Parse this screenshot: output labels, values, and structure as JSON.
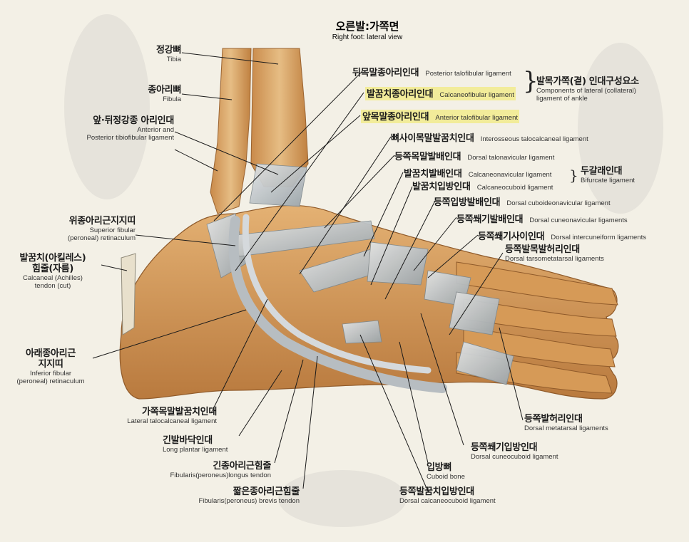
{
  "title": {
    "ko": "오른발:가쪽면",
    "en": "Right foot: lateral view"
  },
  "labels": {
    "tibia": {
      "ko": "정강뼈",
      "en": "Tibia"
    },
    "fibula": {
      "ko": "종아리뼈",
      "en": "Fibula"
    },
    "tibiofibular": {
      "ko": "앞·뒤정강종 아리인대",
      "en1": "Anterior and",
      "en2": "Posterior tibiofibular ligament"
    },
    "sup_retinaculum": {
      "ko": "위종아리근지지띠",
      "en1": "Superior fibular",
      "en2": "(peroneal) retinaculum"
    },
    "achilles": {
      "ko1": "발꿈치(아킬레스)",
      "ko2": "힘줄(자름)",
      "en1": "Calcaneal (Achilles)",
      "en2": "tendon (cut)"
    },
    "inf_retinaculum": {
      "ko1": "아래종아리근",
      "ko2": "지지띠",
      "en1": "Inferior fibular",
      "en2": "(peroneal) retinaculum"
    },
    "post_talofibular": {
      "ko": "뒤목말종아리인대",
      "en": "Posterior talofibular ligament"
    },
    "calcaneofibular": {
      "ko": "발꿈치종아리인대",
      "en": "Calcaneofibular ligament"
    },
    "ant_talofibular": {
      "ko": "앞목말종아리인대",
      "en": "Anterior talofibular ligament"
    },
    "lateral_components": {
      "ko": "발목가쪽(곁) 인대구성요소",
      "en1": "Components of lateral (collateral)",
      "en2": "ligament of ankle"
    },
    "interosseous": {
      "ko": "뼈사이목말발꿈치인대",
      "en": "Interosseous talocalcaneal ligament"
    },
    "dorsal_talonavicular": {
      "ko": "등쪽목말발배인대",
      "en": "Dorsal talonavicular ligament"
    },
    "calcaneonavicular": {
      "ko": "발꿈치발배인대",
      "en": "Calcaneonavicular ligament"
    },
    "calcaneocuboid": {
      "ko": "발꿈치입방인대",
      "en": "Calcaneocuboid ligament"
    },
    "bifurcate": {
      "ko": "두갈래인대",
      "en": "Bifurcate ligament"
    },
    "cuboideonavicular": {
      "ko": "등쪽입방발배인대",
      "en": "Dorsal cuboideonavicular ligament"
    },
    "cuneonavicular": {
      "ko": "등쪽쐐기발배인대",
      "en": "Dorsal cuneonavicular ligaments"
    },
    "intercuneiform": {
      "ko": "등쪽쐐기사이인대",
      "en": "Dorsal intercuneiform ligaments"
    },
    "tarsometatarsal": {
      "ko": "등쪽발목발허리인대",
      "en": "Dorsal tarsometatarsal ligaments"
    },
    "metatarsal": {
      "ko": "등쪽발허리인대",
      "en": "Dorsal metatarsal ligaments"
    },
    "cuneocuboid": {
      "ko": "등쪽쐐기입방인대",
      "en": "Dorsal cuneocuboid ligament"
    },
    "cuboid": {
      "ko": "입방뼈",
      "en": "Cuboid bone"
    },
    "dorsal_calcaneocuboid": {
      "ko": "등쪽발꿈치입방인대",
      "en": "Dorsal calcaneocuboid ligament"
    },
    "lateral_talocalcaneal": {
      "ko": "가쪽목말발꿈치인대",
      "en": "Lateral talocalcaneal ligament"
    },
    "long_plantar": {
      "ko": "긴발바닥인대",
      "en": "Long plantar ligament"
    },
    "longus": {
      "ko": "긴종아리근힘줄",
      "en": "Fibularis(peroneus)longus tendon"
    },
    "brevis": {
      "ko": "짧은종아리근힘줄",
      "en": "Fibularis(peroneus) brevis tendon"
    }
  },
  "colors": {
    "bone": "#d9a35f",
    "bone_dark": "#b8743a",
    "ligament": "#cfd3d6",
    "line": "#1a1a1a",
    "highlight": "#f2ec9a"
  }
}
